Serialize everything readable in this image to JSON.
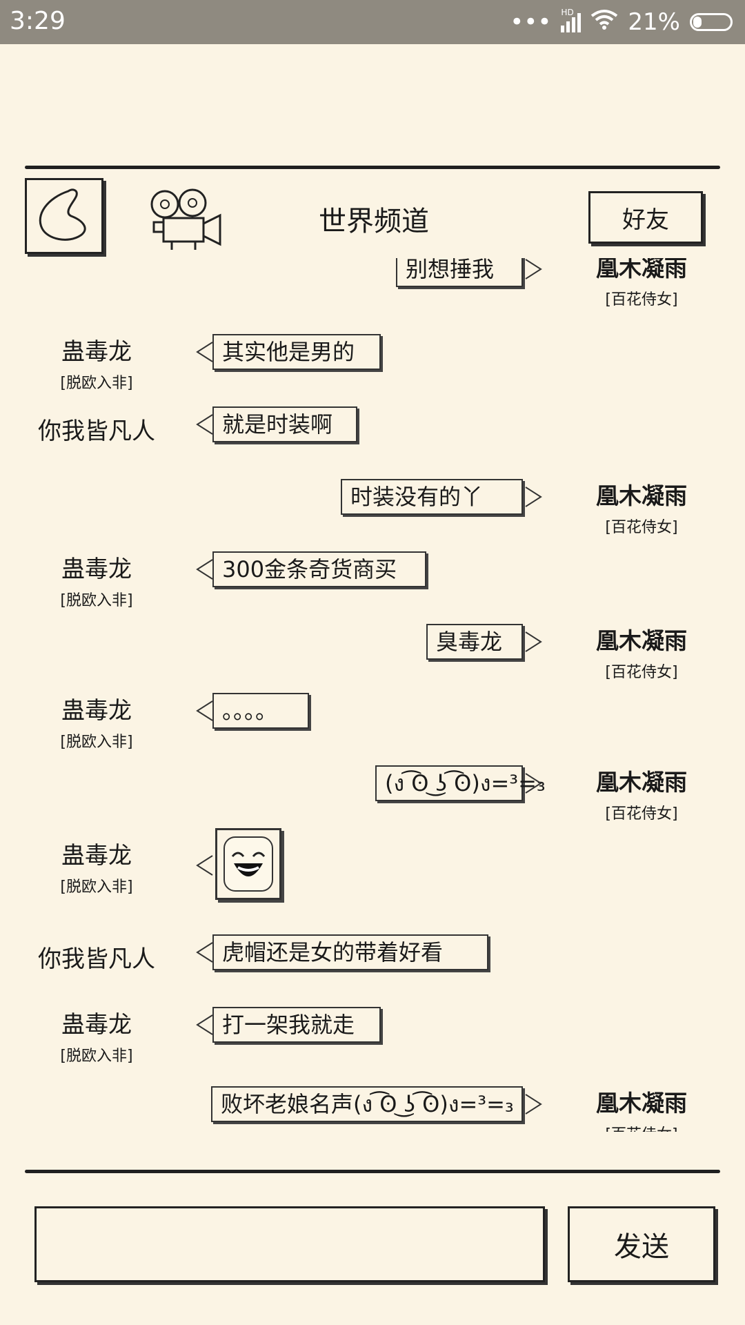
{
  "status": {
    "time": "3:29",
    "dots": "•••",
    "net": "HD",
    "battery": "21%",
    "battery_level": 0.21
  },
  "header": {
    "title": "世界频道",
    "friend_button": "好友"
  },
  "messages": [
    {
      "side": "right",
      "name": "凰木凝雨",
      "tag": "[百花侍女]",
      "text": "别想捶我"
    },
    {
      "side": "left",
      "name": "蛊毒龙",
      "tag": "[脱欧入非]",
      "text": "其实他是男的"
    },
    {
      "side": "left",
      "name": "你我皆凡人",
      "tag": "",
      "text": "就是时装啊"
    },
    {
      "side": "right",
      "name": "凰木凝雨",
      "tag": "[百花侍女]",
      "text": "时装没有的丫"
    },
    {
      "side": "left",
      "name": "蛊毒龙",
      "tag": "[脱欧入非]",
      "text": "300金条奇货商买"
    },
    {
      "side": "right",
      "name": "凰木凝雨",
      "tag": "[百花侍女]",
      "text": "臭毒龙"
    },
    {
      "side": "left",
      "name": "蛊毒龙",
      "tag": "[脱欧入非]",
      "text": "。。。。"
    },
    {
      "side": "right",
      "name": "凰木凝雨",
      "tag": "[百花侍女]",
      "text": "(ง ͡ʘ ͜ʖ ͡ʘ)ง=³=₃"
    },
    {
      "side": "left",
      "name": "蛊毒龙",
      "tag": "[脱欧入非]",
      "text": "",
      "sticker": "laughing-face-icon"
    },
    {
      "side": "left",
      "name": "你我皆凡人",
      "tag": "",
      "text": "虎帽还是女的带着好看"
    },
    {
      "side": "left",
      "name": "蛊毒龙",
      "tag": "[脱欧入非]",
      "text": "打一架我就走"
    },
    {
      "side": "right",
      "name": "凰木凝雨",
      "tag": "[百花侍女]",
      "text": "败坏老娘名声(ง ͡ʘ ͜ʖ ͡ʘ)ง=³=₃"
    }
  ],
  "composer": {
    "input_value": "",
    "send_label": "发送"
  }
}
